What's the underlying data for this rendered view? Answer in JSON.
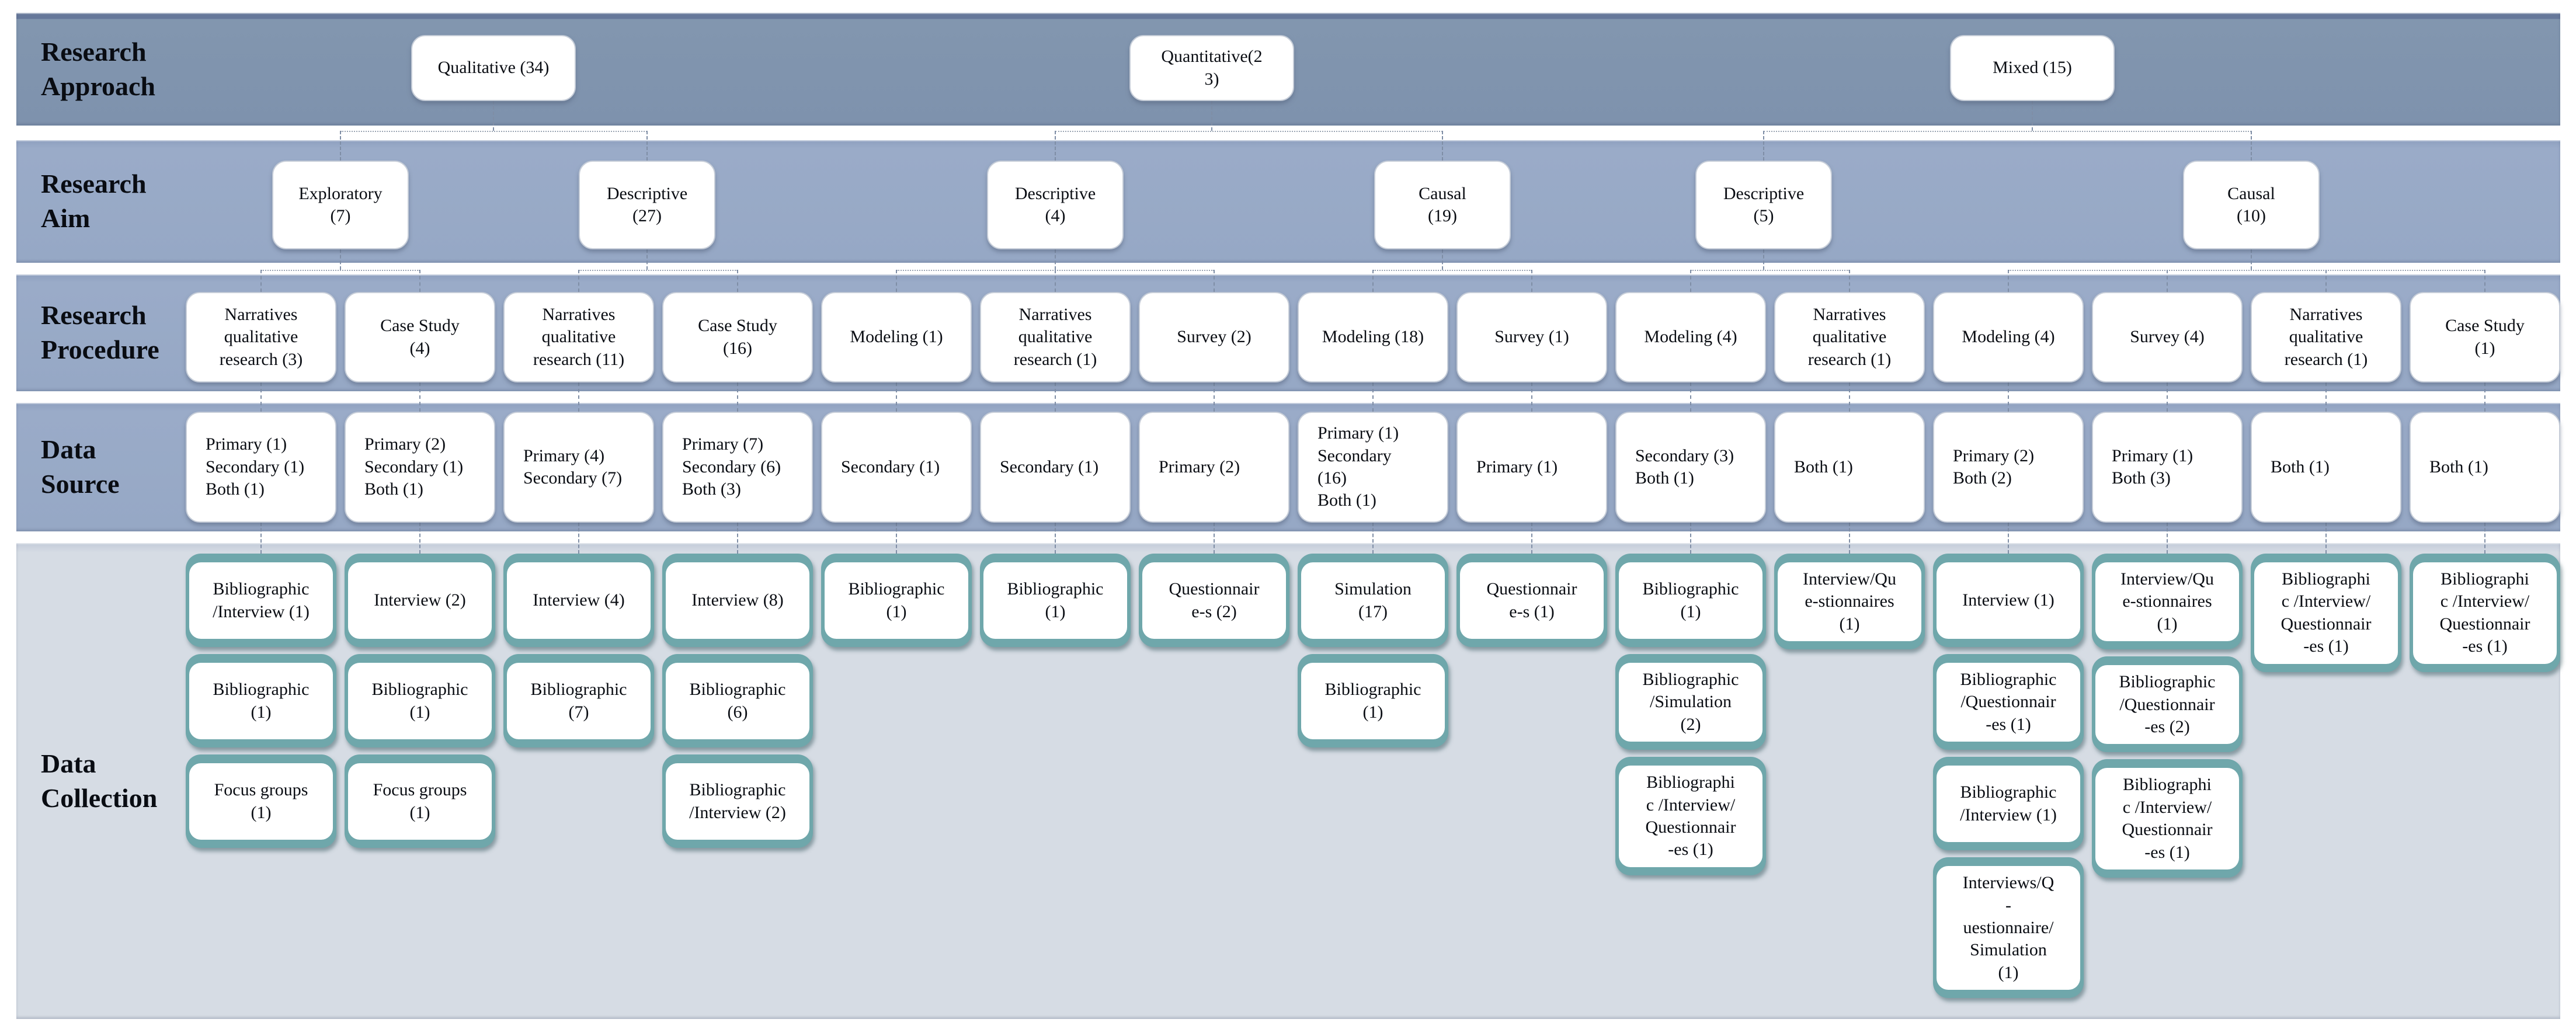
{
  "colors": {
    "band_approach": "#8296af",
    "band_middle": "#9aabc8",
    "band_collection": "#d6dce4",
    "node_fill": "#ffffff",
    "collection_frame_teal": "#6fa7ab",
    "connector_gray": "#9aa4b2"
  },
  "labels": {
    "approach": "Research\nApproach",
    "aim": "Research\nAim",
    "procedure": "Research\nProcedure",
    "source": "Data\nSource",
    "collection": "Data\nCollection"
  },
  "approach": {
    "nodes": [
      {
        "label": "Qualitative (34)",
        "children": [
          0,
          1
        ]
      },
      {
        "label": "Quantitative(2\n3)",
        "children": [
          2,
          3
        ]
      },
      {
        "label": "Mixed (15)",
        "children": [
          4,
          5
        ]
      }
    ]
  },
  "aim": {
    "nodes": [
      {
        "label": "Exploratory\n(7)",
        "children": [
          0,
          1
        ]
      },
      {
        "label": "Descriptive\n(27)",
        "children": [
          2,
          3
        ]
      },
      {
        "label": "Descriptive\n(4)",
        "children": [
          4,
          5,
          6
        ]
      },
      {
        "label": "Causal\n(19)",
        "children": [
          7,
          8
        ]
      },
      {
        "label": "Descriptive\n(5)",
        "children": [
          9,
          10
        ]
      },
      {
        "label": "Causal\n(10)",
        "children": [
          11,
          12,
          13,
          14
        ]
      }
    ]
  },
  "procedure": {
    "labels": [
      "Narratives\nqualitative\nresearch (3)",
      "Case Study\n(4)",
      "Narratives\nqualitative\nresearch (11)",
      "Case Study\n(16)",
      "Modeling (1)",
      "Narratives\nqualitative\nresearch (1)",
      "Survey (2)",
      "Modeling (18)",
      "Survey (1)",
      "Modeling (4)",
      "Narratives\nqualitative\nresearch (1)",
      "Modeling (4)",
      "Survey (4)",
      "Narratives\nqualitative\nresearch (1)",
      "Case Study\n(1)"
    ]
  },
  "data_source": {
    "labels": [
      "Primary (1)\nSecondary (1)\nBoth (1)",
      "Primary (2)\nSecondary (1)\nBoth (1)",
      "Primary (4)\nSecondary (7)",
      "Primary (7)\nSecondary (6)\nBoth (3)",
      "Secondary (1)",
      "Secondary (1)",
      "Primary (2)",
      "Primary (1)\nSecondary\n(16)\nBoth (1)",
      "Primary (1)",
      "Secondary (3)\nBoth (1)",
      "Both (1)",
      "Primary (2)\nBoth (2)",
      "Primary (1)\nBoth (3)",
      "Both (1)",
      "Both (1)"
    ]
  },
  "data_collection": {
    "stacks": [
      [
        "Bibliographic\n/Interview (1)",
        "Bibliographic\n(1)",
        "Focus groups\n(1)"
      ],
      [
        "Interview (2)",
        "Bibliographic\n(1)",
        "Focus groups\n(1)"
      ],
      [
        "Interview (4)",
        "Bibliographic\n(7)"
      ],
      [
        "Interview (8)",
        "Bibliographic\n(6)",
        "Bibliographic\n/Interview (2)"
      ],
      [
        "Bibliographic\n(1)"
      ],
      [
        "Bibliographic\n(1)"
      ],
      [
        "Questionnair\ne-s (2)"
      ],
      [
        "Simulation\n(17)",
        "Bibliographic\n(1)"
      ],
      [
        "Questionnair\ne-s (1)"
      ],
      [
        "Bibliographic\n(1)",
        "Bibliographic\n/Simulation\n(2)",
        "Bibliographi\nc /Interview/\nQuestionnair\n-es (1)"
      ],
      [
        "Interview/Qu\ne-stionnaires\n(1)"
      ],
      [
        "Interview (1)",
        "Bibliographic\n/Questionnair\n-es (1)",
        "Bibliographic\n/Interview (1)",
        "Interviews/Q\n-\nuestionnaire/\nSimulation\n(1)"
      ],
      [
        "Interview/Qu\ne-stionnaires\n(1)",
        "Bibliographic\n/Questionnair\n-es (2)",
        "Bibliographi\nc /Interview/\nQuestionnair\n-es (1)"
      ],
      [
        "Bibliographi\nc /Interview/\nQuestionnair\n-es (1)"
      ],
      [
        "Bibliographi\nc /Interview/\nQuestionnair\n-es (1)"
      ]
    ]
  }
}
